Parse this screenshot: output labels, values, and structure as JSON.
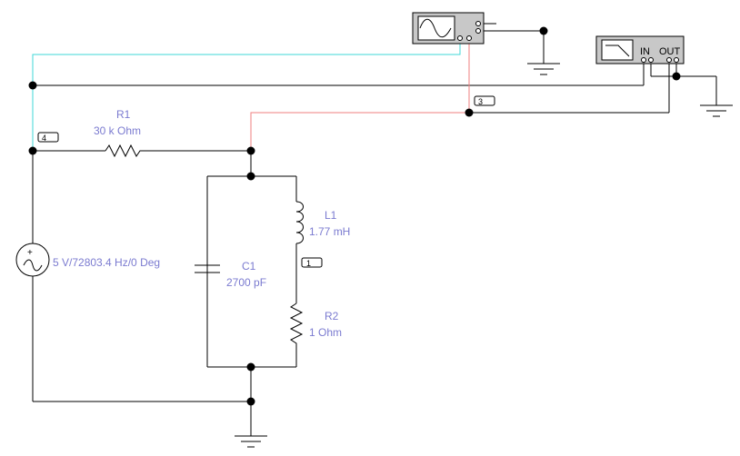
{
  "components": {
    "r1": {
      "name": "R1",
      "value": "30 k Ohm"
    },
    "l1": {
      "name": "L1",
      "value": "1.77 mH"
    },
    "c1": {
      "name": "C1",
      "value": "2700 pF"
    },
    "r2": {
      "name": "R2",
      "value": "1  Ohm"
    },
    "source": {
      "value": "5 V/72803.4 Hz/0 Deg"
    }
  },
  "nodes": {
    "n1": "1",
    "n3": "3",
    "n4": "4"
  },
  "bode": {
    "in_label": "IN",
    "out_label": "OUT"
  },
  "colors": {
    "cyan_wire": "#3fd7d7",
    "red_wire": "#ef7f7f",
    "label": "#7b7bd0"
  }
}
